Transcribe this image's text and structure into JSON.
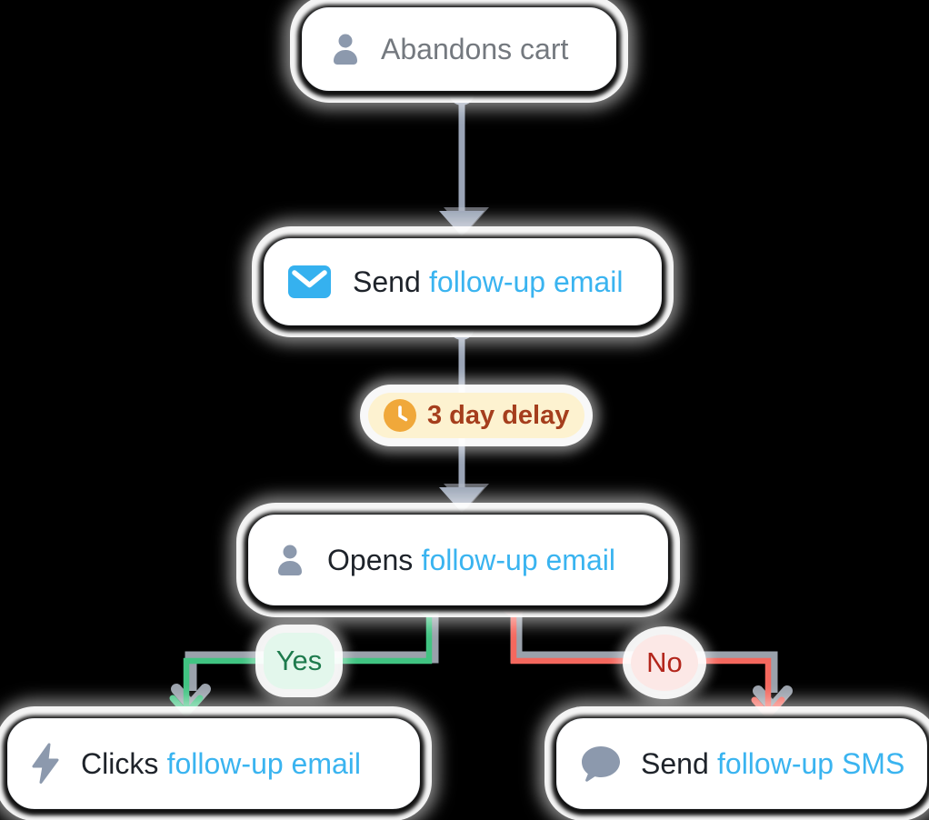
{
  "colors": {
    "canvas_bg": "#000000",
    "card_bg": "#ffffff",
    "text_dark": "#1e232a",
    "text_gray": "#74797f",
    "accent_blue": "#3ab4f0",
    "icon_gray": "#8c99ad",
    "connector_gray": "#9aa4b6",
    "edge_shadow": "#9aa1ab",
    "yes_green": "#41c482",
    "yes_bg": "#e3f7ec",
    "yes_text": "#1e7b4d",
    "no_red": "#f4685e",
    "no_bg": "#fce8e6",
    "no_text": "#b3261c",
    "delay_bg": "#fdf2d0",
    "delay_text": "#a53e1d",
    "delay_icon": "#f0a83a"
  },
  "nodes": {
    "abandons_cart": {
      "icon": "user-icon",
      "prefix": "Abandons cart",
      "highlight": ""
    },
    "send_email": {
      "icon": "mail-icon",
      "prefix": "Send",
      "highlight": "follow-up email"
    },
    "opens_email": {
      "icon": "user-icon",
      "prefix": "Opens",
      "highlight": "follow-up email"
    },
    "clicks_email": {
      "icon": "bolt-icon",
      "prefix": "Clicks",
      "highlight": "follow-up email"
    },
    "send_sms": {
      "icon": "chat-icon",
      "prefix": "Send",
      "highlight": "follow-up SMS"
    }
  },
  "edge_labels": {
    "delay": "3 day delay",
    "yes": "Yes",
    "no": "No"
  }
}
